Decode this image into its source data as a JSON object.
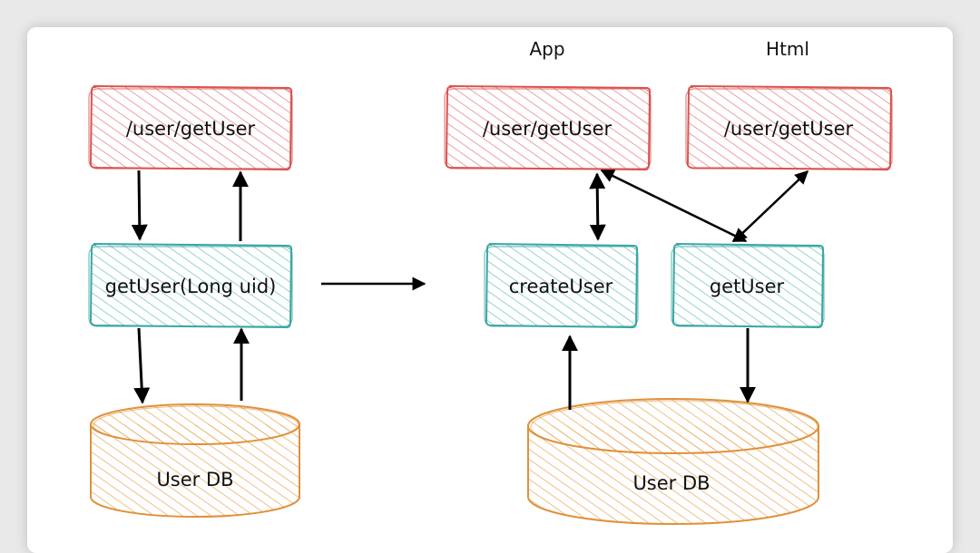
{
  "colors": {
    "api": "#d9534f",
    "api_hatch": "#e8898a",
    "service": "#3aa7a3",
    "service_hatch": "#7cc8c4",
    "db": "#e0913a",
    "db_hatch": "#ecb06a",
    "arrow": "#000000"
  },
  "before": {
    "api": {
      "label": "/user/getUser"
    },
    "service": {
      "label": "getUser(Long uid)"
    },
    "db": {
      "label": "User DB"
    }
  },
  "after": {
    "app_title": "App",
    "html_title": "Html",
    "app_api": {
      "label": "/user/getUser"
    },
    "html_api": {
      "label": "/user/getUser"
    },
    "create_service": {
      "label": "createUser"
    },
    "get_service": {
      "label": "getUser"
    },
    "db": {
      "label": "User DB"
    }
  }
}
